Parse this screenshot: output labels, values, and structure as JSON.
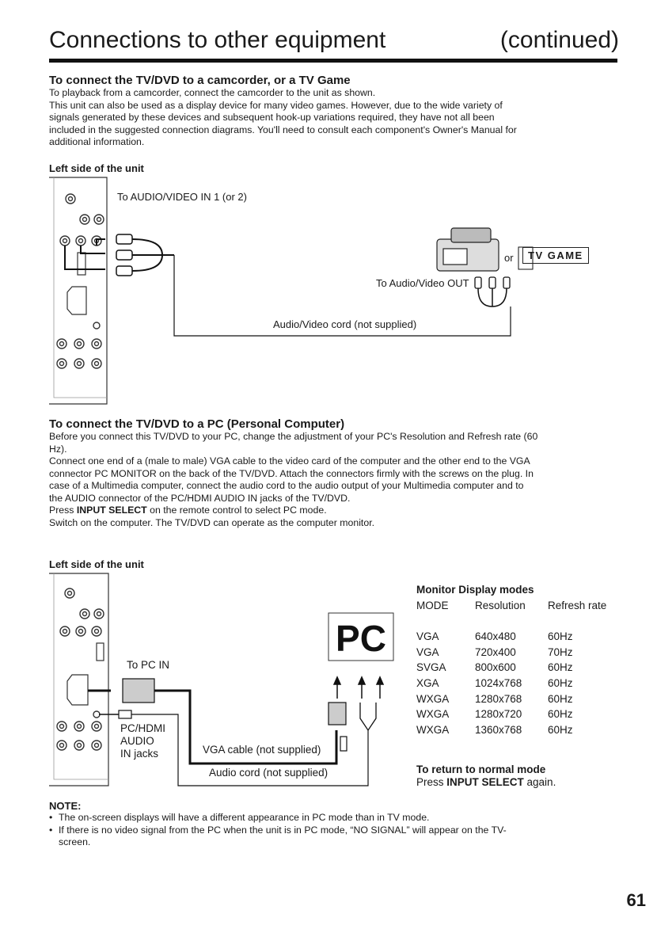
{
  "header": {
    "title": "Connections to other equipment",
    "continued": "(continued)"
  },
  "section1": {
    "heading": "To connect the TV/DVD to a camcorder, or a TV Game",
    "lines": [
      "To playback from a camcorder, connect the camcorder to the unit as shown.",
      "This unit can also be used as a display device for many video games. However, due to the wide variety of",
      "signals generated by these devices and subsequent hook-up variations required, they have not all been",
      "included in the suggested connection diagrams. You'll need to consult each component's Owner's Manual for",
      "additional information."
    ],
    "side_label": "Left side of the unit",
    "diagram": {
      "to_av_in": "To AUDIO/VIDEO IN 1 (or 2)",
      "or": "or",
      "tv_game": "TV GAME",
      "to_av_out": "To Audio/Video OUT",
      "cord": "Audio/Video cord (not supplied)"
    }
  },
  "section2": {
    "heading": "To connect the TV/DVD to a PC (Personal Computer)",
    "lines": [
      "Before you connect this TV/DVD to your PC, change the adjustment of your PC's Resolution and Refresh rate (60",
      "Hz).",
      "Connect one end of a (male to male) VGA cable to the video card of the computer and the other end to the VGA",
      "connector PC MONITOR on the back of the TV/DVD. Attach the connectors firmly with the screws on the plug. In",
      "case of a Multimedia computer, connect the audio cord to the audio output of your Multimedia computer and to",
      "the AUDIO connector of the PC/HDMI AUDIO IN jacks of the TV/DVD."
    ],
    "press_prefix": "Press ",
    "press_bold": "INPUT SELECT",
    "press_suffix": " on the remote control to select PC mode.",
    "switch_line": "Switch on the computer. The TV/DVD can operate as the computer monitor.",
    "side_label": "Left side of the unit",
    "diagram": {
      "to_pc_in": "To PC IN",
      "pc_hdmi": "PC/HDMI",
      "audio": "AUDIO",
      "in_jacks": "IN jacks",
      "pc_logo": "PC",
      "vga_cable": "VGA cable (not supplied)",
      "audio_cord": "Audio cord (not supplied)"
    }
  },
  "monitor_modes": {
    "title": "Monitor Display modes",
    "columns": [
      "MODE",
      "Resolution",
      "Refresh rate"
    ],
    "rows": [
      [
        "VGA",
        "640x480",
        "60Hz"
      ],
      [
        "VGA",
        "720x400",
        "70Hz"
      ],
      [
        "SVGA",
        "800x600",
        "60Hz"
      ],
      [
        "XGA",
        "1024x768",
        "60Hz"
      ],
      [
        "WXGA",
        "1280x768",
        "60Hz"
      ],
      [
        "WXGA",
        "1280x720",
        "60Hz"
      ],
      [
        "WXGA",
        "1360x768",
        "60Hz"
      ]
    ],
    "return_title": "To return to normal mode",
    "return_prefix": "Press ",
    "return_bold": "INPUT SELECT",
    "return_suffix": " again."
  },
  "note": {
    "title": "NOTE:",
    "items": [
      "The on-screen displays will have a different appearance in PC mode than in TV mode.",
      "If there is no video signal from the PC when the unit is in PC mode, “NO SIGNAL” will appear on the TV-"
    ],
    "item2_cont": "screen."
  },
  "page_number": "61"
}
